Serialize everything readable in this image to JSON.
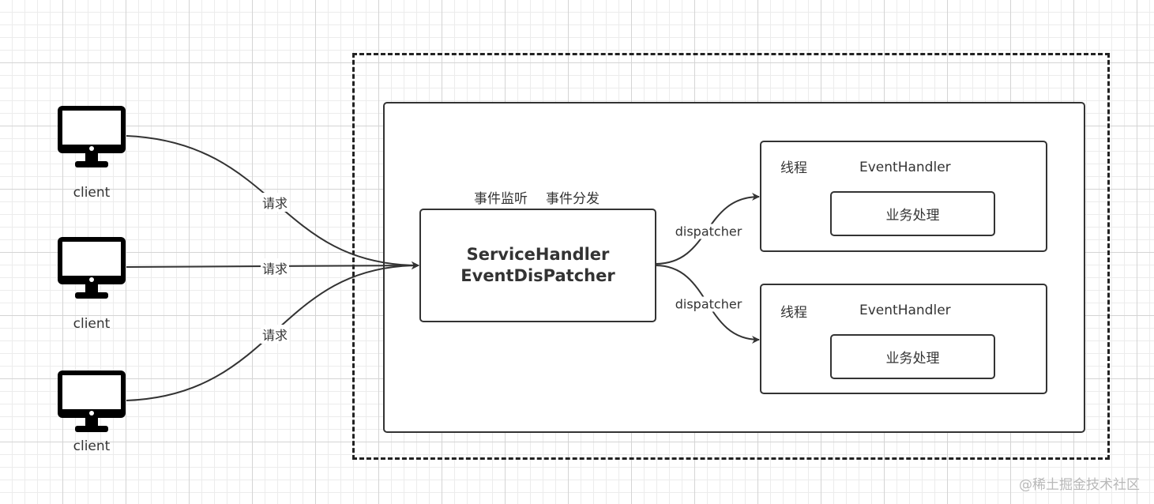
{
  "clients": [
    {
      "label": "client"
    },
    {
      "label": "client"
    },
    {
      "label": "client"
    }
  ],
  "request_labels": [
    "请求",
    "请求",
    "请求"
  ],
  "core": {
    "caption_listen": "事件监听",
    "caption_dispatch": "事件分发",
    "title_line1": "ServiceHandler",
    "title_line2": "EventDisPatcher"
  },
  "dispatch_labels": [
    "dispatcher",
    "dispatcher"
  ],
  "handlers": [
    {
      "thread_label": "线程",
      "name": "EventHandler",
      "task": "业务处理"
    },
    {
      "thread_label": "线程",
      "name": "EventHandler",
      "task": "业务处理"
    }
  ],
  "watermark": "@稀土掘金技术社区",
  "colors": {
    "stroke": "#333333",
    "icon": "#000000",
    "grid": "#d4d4d4"
  }
}
